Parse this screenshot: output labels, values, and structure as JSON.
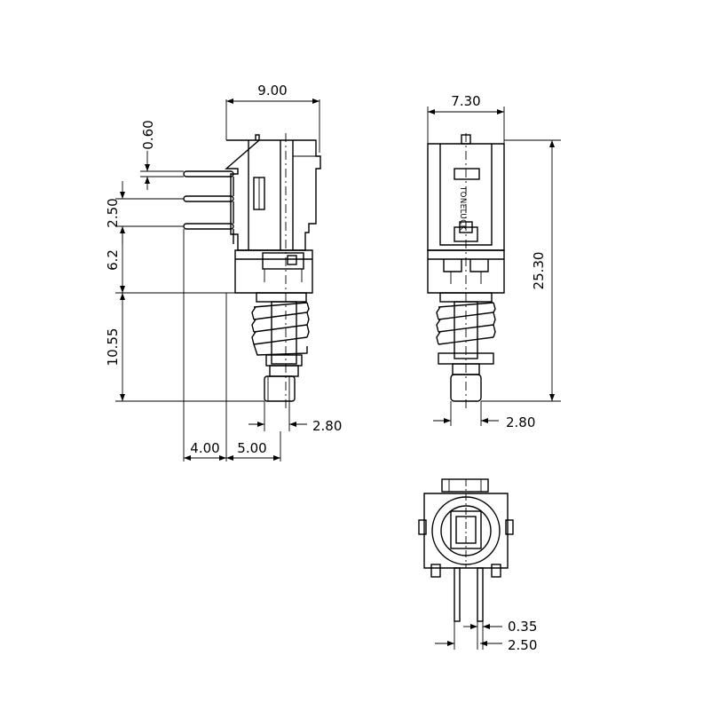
{
  "dimensions": {
    "side_width": "9.00",
    "pin_thickness": "0.60",
    "pin_pitch": "2.50",
    "lower_offset": "6.2",
    "plunger_travel": "10.55",
    "plunger_dia_side": "2.80",
    "pin_offset_a": "4.00",
    "pin_offset_b": "5.00",
    "front_width": "7.30",
    "total_height": "25.30",
    "plunger_dia_front": "2.80",
    "pin_width": "0.35",
    "bottom_pin_pitch": "2.50"
  },
  "brand": "TONELUCK"
}
